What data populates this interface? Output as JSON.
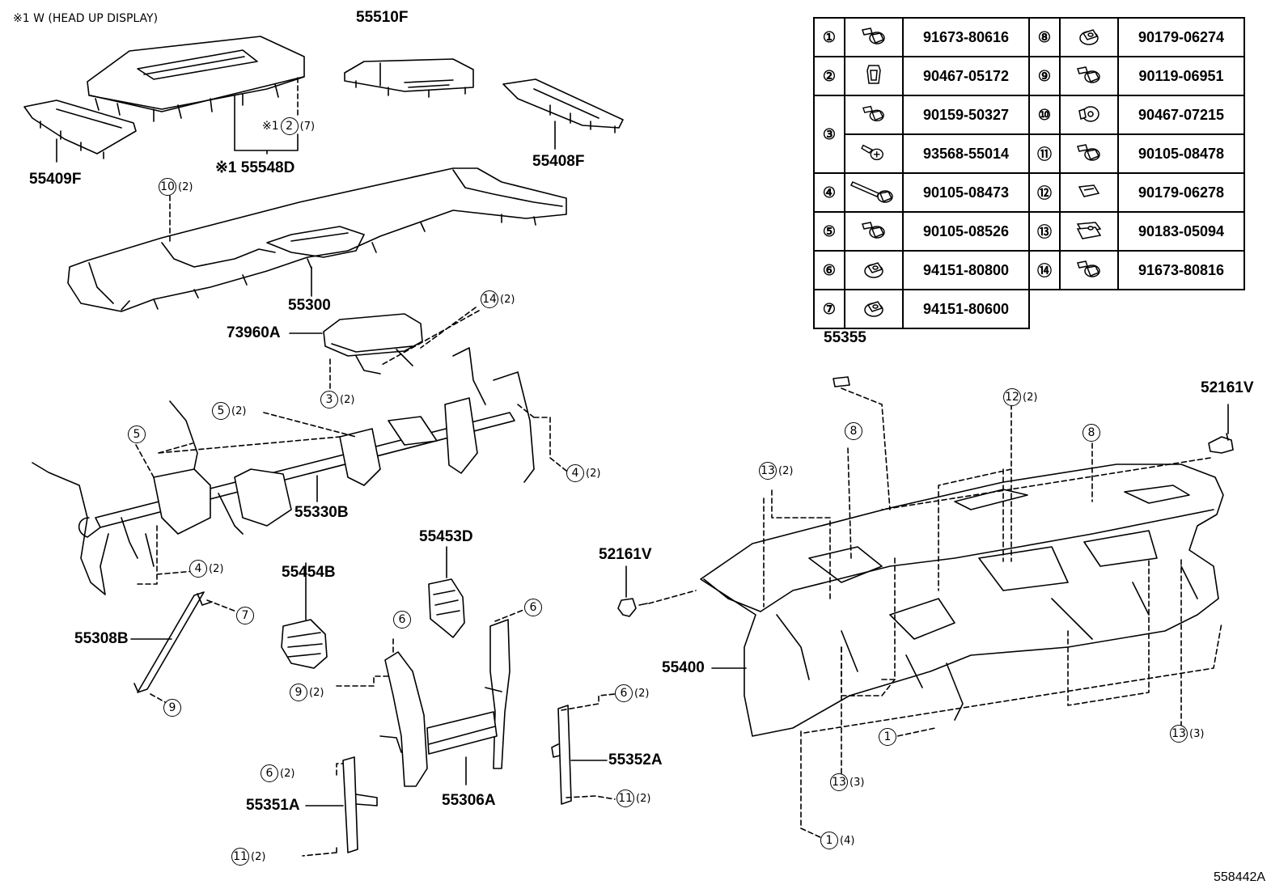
{
  "header_note": "※1 W (HEAD UP DISPLAY)",
  "figure_id": "558442A",
  "part_labels": {
    "p55510F": "55510F",
    "p55409F": "55409F",
    "p55408F": "55408F",
    "p55548D": "※1 55548D",
    "p55300": "55300",
    "p73960A": "73960A",
    "p55330B": "55330B",
    "p55453D": "55453D",
    "p55454B": "55454B",
    "p55308B": "55308B",
    "p55306A": "55306A",
    "p55351A": "55351A",
    "p55352A": "55352A",
    "p52161V_left": "52161V",
    "p52161V_right": "52161V",
    "p55355": "55355",
    "p55400": "55400"
  },
  "callouts": {
    "c2": {
      "num": "2",
      "qty": "(7)",
      "prefix": "※1"
    },
    "c10": {
      "num": "10",
      "qty": "(2)"
    },
    "c14": {
      "num": "14",
      "qty": "(2)"
    },
    "c3": {
      "num": "3",
      "qty": "(2)"
    },
    "c5a": {
      "num": "5",
      "qty": "(2)"
    },
    "c5b": {
      "num": "5",
      "qty": ""
    },
    "c4a": {
      "num": "4",
      "qty": "(2)"
    },
    "c4b": {
      "num": "4",
      "qty": "(2)"
    },
    "c7": {
      "num": "7",
      "qty": ""
    },
    "c9a": {
      "num": "9",
      "qty": ""
    },
    "c9b": {
      "num": "9",
      "qty": "(2)"
    },
    "c6a": {
      "num": "6",
      "qty": ""
    },
    "c6b": {
      "num": "6",
      "qty": ""
    },
    "c6c": {
      "num": "6",
      "qty": "(2)"
    },
    "c6d": {
      "num": "6",
      "qty": "(2)"
    },
    "c11a": {
      "num": "11",
      "qty": "(2)"
    },
    "c11b": {
      "num": "11",
      "qty": "(2)"
    },
    "c13a": {
      "num": "13",
      "qty": "(2)"
    },
    "c13b": {
      "num": "13",
      "qty": "(3)"
    },
    "c13c": {
      "num": "13",
      "qty": "(3)"
    },
    "c12": {
      "num": "12",
      "qty": "(2)"
    },
    "c8a": {
      "num": "8",
      "qty": ""
    },
    "c8b": {
      "num": "8",
      "qty": ""
    },
    "c1a": {
      "num": "1",
      "qty": ""
    },
    "c1b": {
      "num": "1",
      "qty": "(4)"
    }
  },
  "legend": {
    "left": [
      {
        "idx": "①",
        "icon": "flange-bolt-icon",
        "part": "91673-80616"
      },
      {
        "idx": "②",
        "icon": "clip-icon",
        "part": "90467-05172"
      },
      {
        "idx": "③",
        "icon": "flange-bolt-icon",
        "part": "90159-50327"
      },
      {
        "idx": "",
        "icon": "screw-icon",
        "part": "93568-55014"
      },
      {
        "idx": "④",
        "icon": "long-bolt-icon",
        "part": "90105-08473"
      },
      {
        "idx": "⑤",
        "icon": "flange-bolt-icon",
        "part": "90105-08526"
      },
      {
        "idx": "⑥",
        "icon": "flange-nut-icon",
        "part": "94151-80800"
      },
      {
        "idx": "⑦",
        "icon": "flange-nut-icon",
        "part": "94151-80600"
      }
    ],
    "right": [
      {
        "idx": "⑧",
        "icon": "flange-nut-icon",
        "part": "90179-06274"
      },
      {
        "idx": "⑨",
        "icon": "flange-bolt-icon",
        "part": "90119-06951"
      },
      {
        "idx": "⑩",
        "icon": "push-clip-icon",
        "part": "90467-07215"
      },
      {
        "idx": "⑪",
        "icon": "flange-bolt-icon",
        "part": "90105-08478"
      },
      {
        "idx": "⑫",
        "icon": "clip-nut-icon",
        "part": "90179-06278"
      },
      {
        "idx": "⑬",
        "icon": "u-nut-icon",
        "part": "90183-05094"
      },
      {
        "idx": "⑭",
        "icon": "flange-bolt-icon",
        "part": "91673-80816"
      }
    ]
  }
}
